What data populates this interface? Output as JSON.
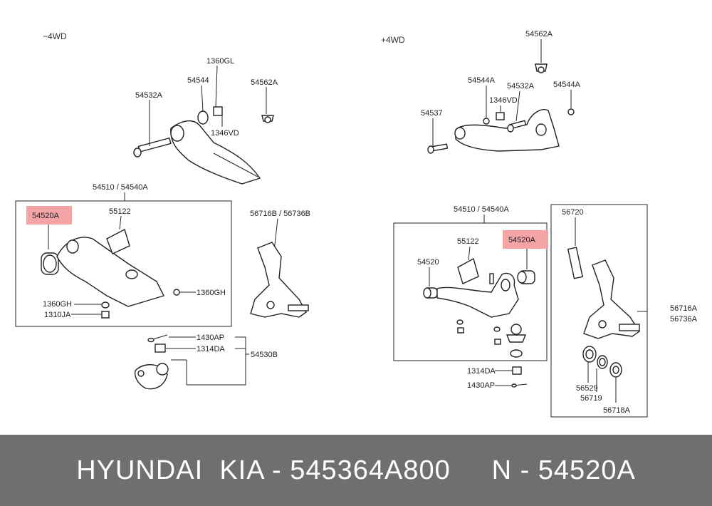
{
  "sections": {
    "left": "−4WD",
    "right": "+4WD"
  },
  "labels": {
    "l_1360GL": "1360GL",
    "l_54544": "54544",
    "l_54562A": "54562A",
    "l_54532A": "54532A",
    "l_1346VD": "1346VD",
    "l_54510": "54510  /  54540A",
    "l_54520A": "54520A",
    "l_55122": "55122",
    "l_1360GH_a": "1360GH",
    "l_1360GH_b": "1360GH",
    "l_1310JA": "1310JA",
    "l_56716B": "56716B  /  56736B",
    "l_1430AP": "1430AP",
    "l_1314DA": "1314DA",
    "l_54530B": "54530B",
    "r_54562A": "54562A",
    "r_54544A_a": "54544A",
    "r_54532A": "54532A",
    "r_54544A_b": "54544A",
    "r_1346VD": "1346VD",
    "r_54537": "54537",
    "r_54510": "54510  /  54540A",
    "r_55122": "55122",
    "r_54520A": "54520A",
    "r_54520": "54520",
    "r_56720": "56720",
    "r_56716A": "56716A",
    "r_56736A": "56736A",
    "r_1314DA": "1314DA",
    "r_1430AP": "1430AP",
    "r_56529": "56529",
    "r_56719": "56719",
    "r_56718A": "56718A"
  },
  "colors": {
    "highlight": "#f4a3a6",
    "footer_bg": "#6f6f6f",
    "footer_text": "#ffffff"
  },
  "footer": {
    "text": "HYUNDAI  KIA - 545364A800     N - 54520A"
  }
}
